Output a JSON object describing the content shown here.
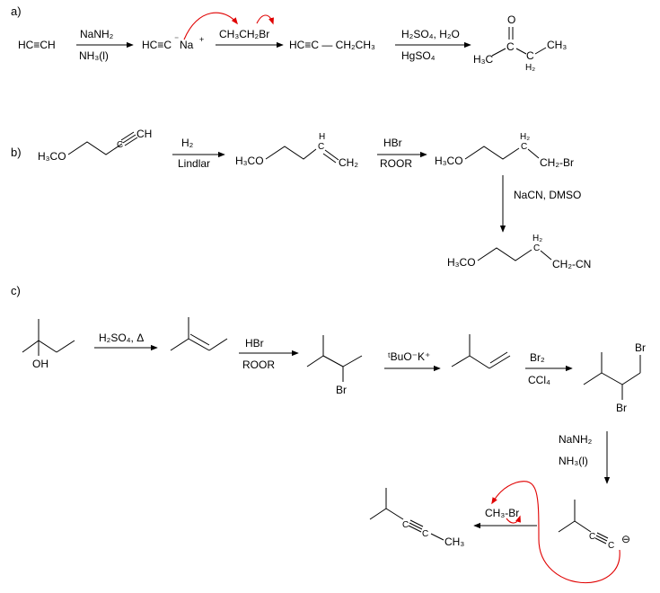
{
  "sections": {
    "a": "a)",
    "b": "b)",
    "c": "c)"
  },
  "part_a": {
    "r1": "HC≡CH",
    "c1_top": "NaNH₂",
    "c1_bot": "NH₃(l)",
    "r2_left": "HC≡C",
    "r2_anion": "⁻",
    "r2_na": "Na",
    "r2_plus": "+",
    "c2_top": "CH₃CH₂Br",
    "r3": "HC≡C — CH₂CH₃",
    "c3_top": "H₂SO₄, H₂O",
    "c3_bot": "HgSO₄",
    "p_o": "O",
    "p_c": "C",
    "p_h3c": "H₃C",
    "p_ch2": "H₂",
    "p_ch2c": "C",
    "p_ch3": "CH₃"
  },
  "part_b": {
    "m1_h3co": "H₃CO",
    "m1_ch": "C",
    "m1_ch_h": "CH",
    "c1_top": "H₂",
    "c1_bot": "Lindlar",
    "m2_h3co": "H₃CO",
    "m2_h": "H",
    "m2_c": "C",
    "m2_ch2": "CH₂",
    "c2_top": "HBr",
    "c2_bot": "ROOR",
    "m3_h3co": "H₃CO",
    "m3_h2": "H₂",
    "m3_c": "C",
    "m3_ch2br": "CH₂-Br",
    "c3": "NaCN, DMSO",
    "m4_h3co": "H₃CO",
    "m4_h2": "H₂",
    "m4_c": "C",
    "m4_ch2cn": "CH₂-CN"
  },
  "part_c": {
    "oh": "OH",
    "c1": "H₂SO₄, Δ",
    "c2_top": "HBr",
    "c2_bot": "ROOR",
    "br1": "Br",
    "c3": "ᵗBuO⁻K⁺",
    "c4_top": "Br₂",
    "c4_bot": "CCl₄",
    "br2": "Br",
    "br3": "Br",
    "c5_top": "NaNH₂",
    "c5_bot": "NH₃(l)",
    "alk_c1": "C",
    "alk_c2": "C",
    "alk_minus": "⊖",
    "c6": "CH₃-Br",
    "prod_c1": "C",
    "prod_c2": "C",
    "prod_ch3": "CH₃"
  }
}
